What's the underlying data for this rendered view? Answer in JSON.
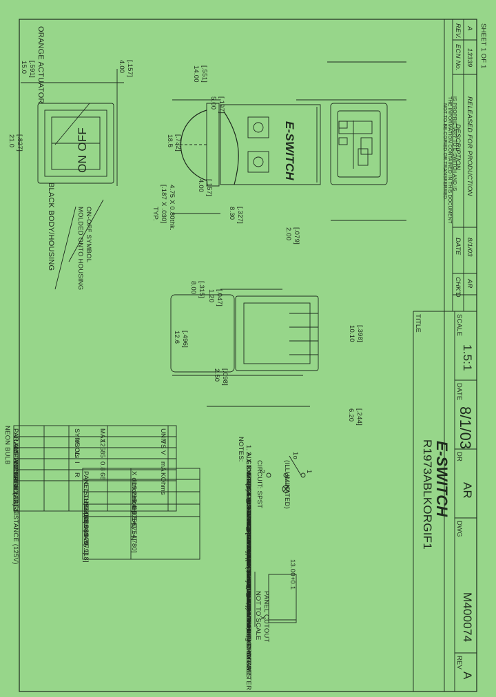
{
  "sheet_label": "SHEET 1 OF 1",
  "revision_block": {
    "headers": [
      "REV.",
      "ECN No.",
      "DESCRIPTION",
      "DATE",
      "CHK'D"
    ],
    "row": {
      "rev": "A",
      "ecn": "13339",
      "description": "RELEASED FOR PRODUCTION",
      "date": "8/1/03",
      "chkd": "AR"
    },
    "notice": [
      "THE INFORMATION CONTAINED IN THIS DOCUMENT",
      "IS PROPRIETARY TO E-SWITCH AND IS",
      "NOT TO BE COPIED OR TRANSFERRED."
    ]
  },
  "callouts": {
    "orange_actuator": "ORANGE ACTUATOR",
    "black_body": "BLACK BODY/HOUSING",
    "onoff_symbol_1": "ON-OFF SYMBOL",
    "onoff_symbol_2": "MOLDED ONTO HOUSING",
    "off_label": "OFF",
    "on_label": "ON",
    "logo_text": "E-SWITCH"
  },
  "dimensions": {
    "d1": "15.0",
    "d1i": "[.591]",
    "d2": "21.0",
    "d2i": "[.827]",
    "d3": "14.00",
    "d3i": "[.551]",
    "d4": "4.00",
    "d4i": "[.157]",
    "d5": "5.00",
    "d5i": "[.197]",
    "d6": "18.6",
    "d6i": "[.732]",
    "d7": "4.00",
    "d7i": "[.157]",
    "d8": "8.30",
    "d8i": "[.327]",
    "d9": "2.00",
    "d9i": "[.079]",
    "tab_1": "4.75 X 0.80thk.",
    "tab_2": "[.187 X .030]",
    "tab_3": "TYP.",
    "d10": "1.20",
    "d10i": "[.047]",
    "d11": "8.00",
    "d11i": "[.315]",
    "d12": "12.6",
    "d12i": "[.496]",
    "d13": "2.50",
    "d13i": "[.098]",
    "d14": "10.10",
    "d14i": "[.398]",
    "d15": "6.20",
    "d15i": "[.244]"
  },
  "neon_bulb": {
    "title": "NEON BULB",
    "headers": [
      "PARAMETERS",
      "SYMBOL",
      "MAX.",
      "UNITS"
    ],
    "rows": [
      [
        "LAMP VOLTAGE (AC)",
        "V",
        "125",
        "V"
      ],
      [
        "STARTUP VOLTAGE",
        "Vs",
        "85",
        "V"
      ],
      [
        "CURRENT",
        "I",
        "0.8",
        "mA"
      ],
      [
        "SERIES RESISTANCE (125V)",
        "R",
        "68",
        "KOhms"
      ]
    ]
  },
  "panel_table": {
    "headers": [
      "PANEL THICKNESS",
      "X dimension"
    ],
    "rows": [
      [
        "0.75-1.25 [.030-.049]",
        "19.2+0.1 [.756]"
      ],
      [
        "1.25-2.0  [.049-.079]",
        "19.4+0.1 [.764]"
      ],
      [
        "2.0-3.0  [.079-.118]",
        "19.8+0.1 [.780]"
      ]
    ]
  },
  "cutout": {
    "dim": "13.00+0.1",
    "x_label": "X",
    "caption_1": "PANEL CUTOUT",
    "caption_2": "NOT TO SCALE"
  },
  "circuit": {
    "label": "CIRCUIT: SPST",
    "sub": "(ILLUMINATED)",
    "t1": "1",
    "t2": "2",
    "t3": "1o"
  },
  "notes": {
    "title": "NOTES:",
    "lines": [
      "1.  ALL DIMENSIONS IN MM [INCH]",
      "2.  GENERAL TOLERANCE: X.X=±0.4",
      "                              X.XX=±0.25",
      "3.  RATING:",
      "          6A @250VAC/8A @125VAC (UL, CSA, VDE)",
      "          4(1)A @250VAC",
      "4.  LAMP VOLTAGE: 125V (NEON BULB)",
      "5.  MATERIAL:",
      "          CONTACT SURFACE: Coin Silver, Silver Plate",
      "          TERMINAL: Copper Alloy W/ Silver Plate",
      "6.  CONTACT RESISTANCE: 20mOhms TYP. INITIAL",
      "7.  INSULATION RESISTANCE: 100MegOhms",
      "8.  DIELECTRIC STRENGTH:",
      "          >1500V RMS min. @SEA LEVEL",
      "          >3000V RMS @SEA LEVEL",
      "9.  MECHANICAL LIFE: 50,000 CYCLES",
      "10. ELECTRICAL LIFE: 10,000 CYCLES",
      "11. ▲ DENOTES CRITICAL PARAMETER"
    ]
  },
  "title_block": {
    "title_label": "TITLE",
    "title": "R1973ABLKORGIF1",
    "scale_label": "SCALE",
    "scale": "1.5:1",
    "date_label": "DATE",
    "date": "8/1/03",
    "dr_label": "DR",
    "dr": "AR",
    "dwg_label": "DWG",
    "dwg": "M400074",
    "rev_label": "REV",
    "rev": "A"
  },
  "colors": {
    "background": "#97d68a",
    "ink": "#1e2a1e"
  }
}
